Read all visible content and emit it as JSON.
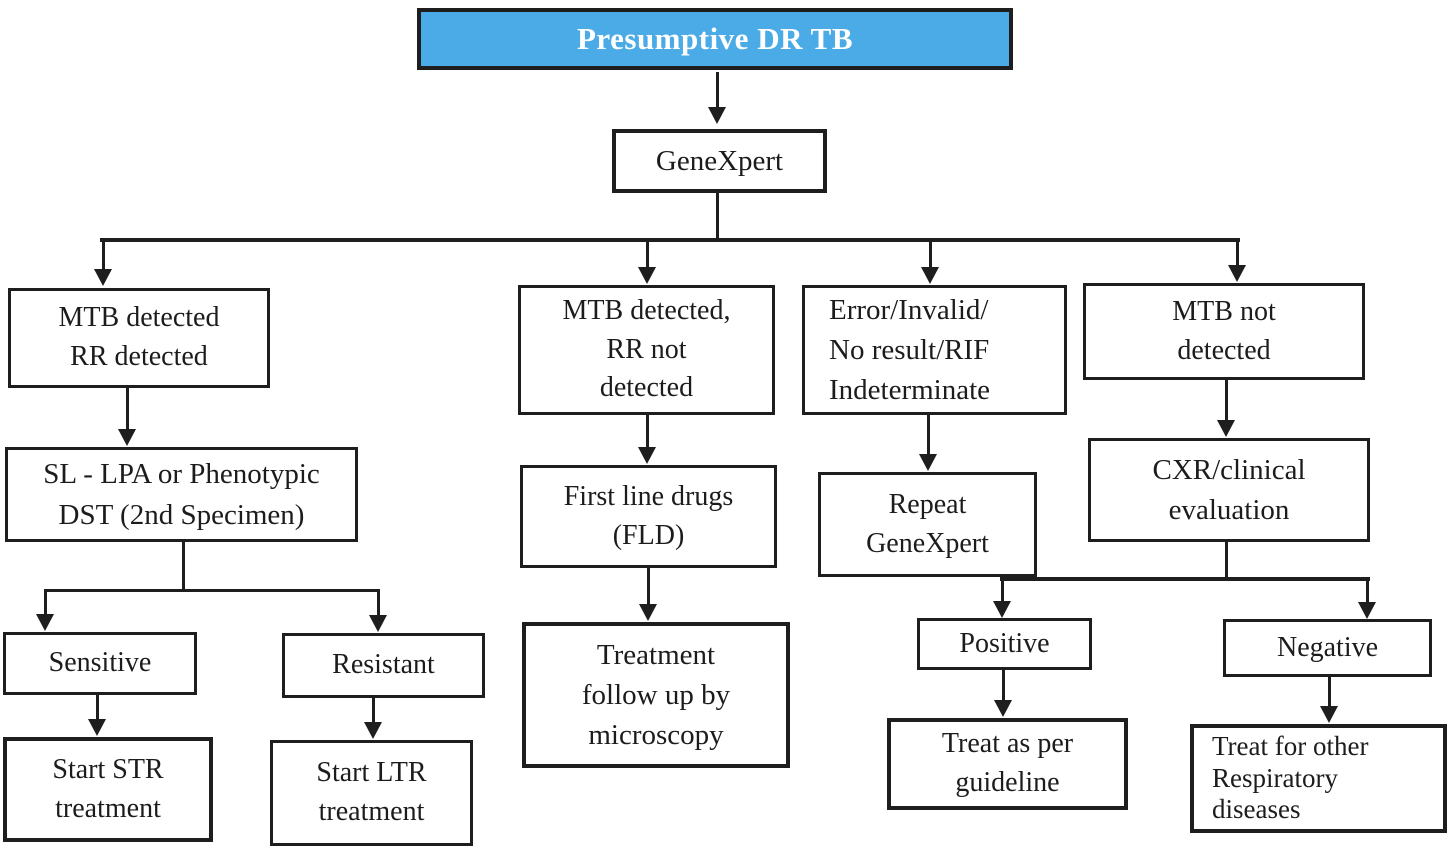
{
  "diagram": {
    "type": "flowchart",
    "subject": "Presumptive DR TB diagnostic and treatment algorithm",
    "colors": {
      "title_bg": "#4AABE6",
      "title_text": "#FFFFFF",
      "line": "#1E1E1E",
      "box_bg": "#FFFFFF",
      "box_border": "#1E1E1E",
      "text": "#1C1C1C"
    },
    "nodes": {
      "title": {
        "label": "Presumptive DR TB"
      },
      "genexpert": {
        "label": "GeneXpert"
      },
      "mtb_rr": {
        "label": "MTB detected\nRR detected"
      },
      "sl_lpa": {
        "label": "SL - LPA or Phenotypic\nDST (2nd Specimen)"
      },
      "sensitive": {
        "label": "Sensitive"
      },
      "resistant": {
        "label": "Resistant"
      },
      "start_str": {
        "label": "Start STR\ntreatment"
      },
      "start_ltr": {
        "label": "Start LTR\ntreatment"
      },
      "mtb_rr_not": {
        "label": "MTB detected,\nRR not\ndetected"
      },
      "fld": {
        "label": "First line drugs\n(FLD)"
      },
      "followup": {
        "label": "Treatment\nfollow up by\nmicroscopy"
      },
      "error": {
        "label": "Error/Invalid/\nNo result/RIF\nIndeterminate"
      },
      "repeat_genexpert": {
        "label": "Repeat\nGeneXpert"
      },
      "mtb_not": {
        "label": "MTB not\ndetected"
      },
      "cxr": {
        "label": "CXR/clinical\nevaluation"
      },
      "positive": {
        "label": "Positive"
      },
      "negative": {
        "label": "Negative"
      },
      "treat_guideline": {
        "label": "Treat as per\nguideline"
      },
      "treat_other": {
        "label": "Treat for other\nRespiratory\ndiseases"
      }
    },
    "edges": [
      {
        "from": "title",
        "to": "genexpert"
      },
      {
        "from": "genexpert",
        "to": "mtb_rr"
      },
      {
        "from": "genexpert",
        "to": "mtb_rr_not"
      },
      {
        "from": "genexpert",
        "to": "error"
      },
      {
        "from": "genexpert",
        "to": "mtb_not"
      },
      {
        "from": "mtb_rr",
        "to": "sl_lpa"
      },
      {
        "from": "sl_lpa",
        "to": "sensitive"
      },
      {
        "from": "sl_lpa",
        "to": "resistant"
      },
      {
        "from": "sensitive",
        "to": "start_str"
      },
      {
        "from": "resistant",
        "to": "start_ltr"
      },
      {
        "from": "mtb_rr_not",
        "to": "fld"
      },
      {
        "from": "fld",
        "to": "followup"
      },
      {
        "from": "error",
        "to": "repeat_genexpert"
      },
      {
        "from": "mtb_not",
        "to": "cxr"
      },
      {
        "from": "repeat_genexpert",
        "to": "positive"
      },
      {
        "from": "cxr",
        "to": "positive"
      },
      {
        "from": "repeat_genexpert",
        "to": "negative"
      },
      {
        "from": "cxr",
        "to": "negative"
      },
      {
        "from": "positive",
        "to": "treat_guideline"
      },
      {
        "from": "negative",
        "to": "treat_other"
      }
    ]
  }
}
